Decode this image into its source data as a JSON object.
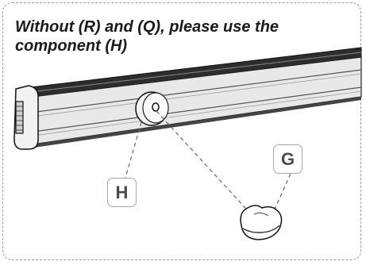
{
  "instruction": {
    "line1": "Without (R) and (Q), please use the",
    "line2": "component (H)"
  },
  "callouts": {
    "h": "H",
    "g": "G"
  },
  "colors": {
    "frame_border": "#9a9a9a",
    "rail_dark": "#2a2a2a",
    "rail_face": "#e6e6e6",
    "callout_border": "#a8a8a8"
  }
}
